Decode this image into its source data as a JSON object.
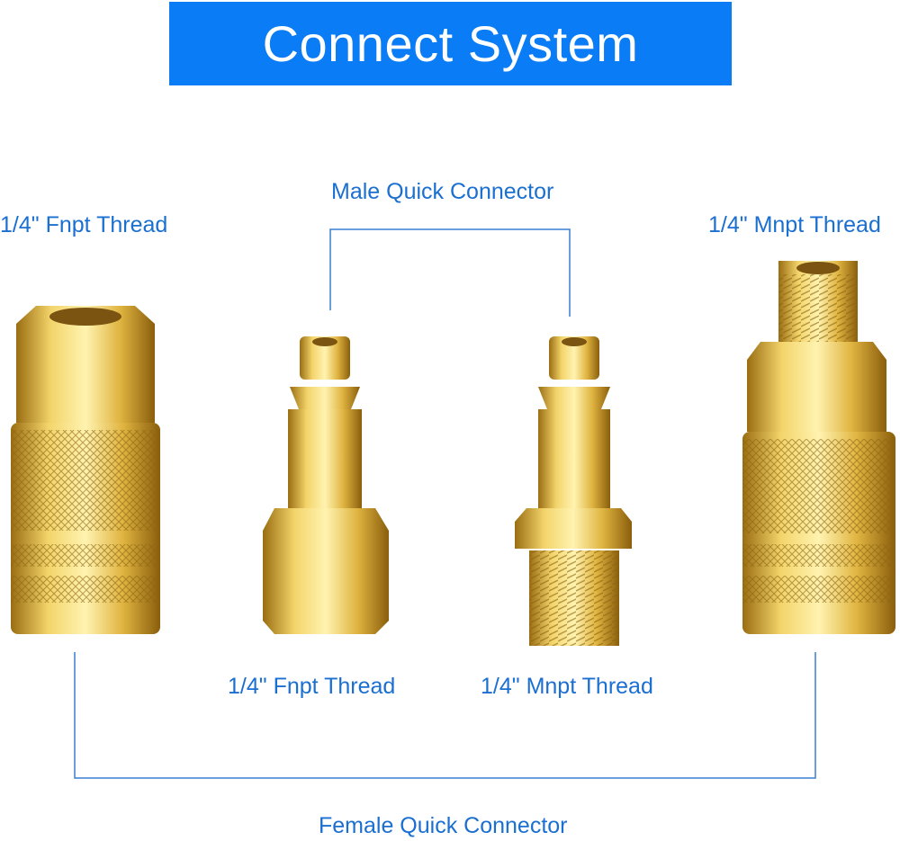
{
  "title": "Connect System",
  "labels": {
    "male_quick_connector": "Male Quick Connector",
    "female_quick_connector": "Female Quick Connector",
    "top_left_thread": "1/4\" Fnpt Thread",
    "top_right_thread": "1/4\" Mnpt Thread",
    "bottom_left_thread": "1/4\" Fnpt Thread",
    "bottom_right_thread": "1/4\" Mnpt Thread"
  },
  "colors": {
    "banner": "#0a7cf5",
    "label_text": "#1a6fd0",
    "bracket_line": "#3a7fd0",
    "brass": "#d9b13a"
  }
}
